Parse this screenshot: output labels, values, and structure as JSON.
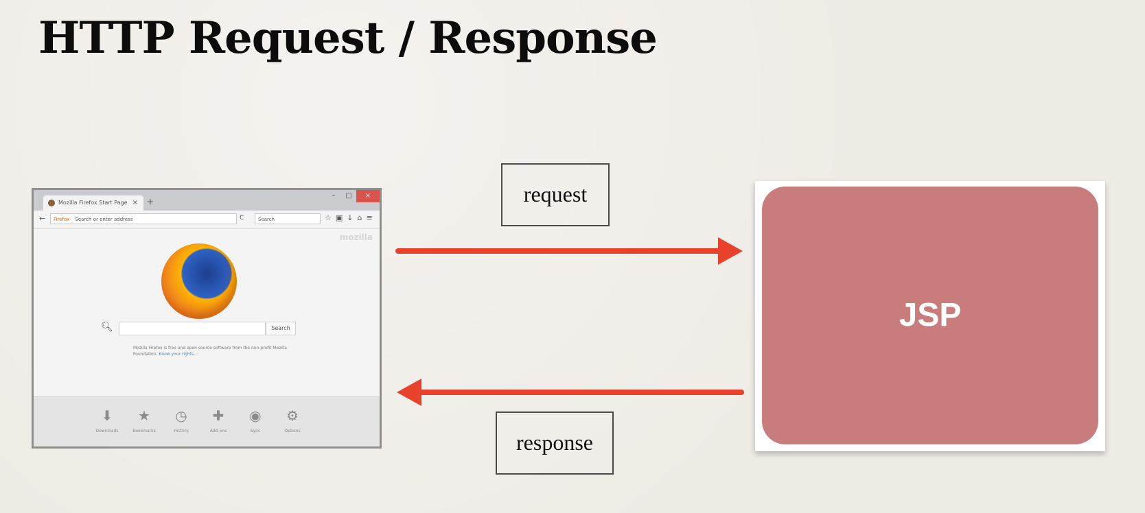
{
  "slide": {
    "title": "HTTP Request / Response"
  },
  "browser": {
    "tab_title": "Mozilla Firefox Start Page",
    "tab_close": "×",
    "new_tab": "+",
    "window_controls": [
      "–",
      "□",
      "×"
    ],
    "back_glyph": "←",
    "url_identity": "Firefox",
    "url_placeholder": "Search or enter address",
    "reload_glyph": "C",
    "search_placeholder": "Search",
    "toolbar_glyphs": [
      "☆",
      "▣",
      "↓",
      "⌂",
      "≡"
    ],
    "wordmark": "mozilla",
    "search_button": "Search",
    "about_text": "Mozilla Firefox is free and open source software from the non-profit Mozilla Foundation.",
    "about_link": "Know your rights…",
    "launcher": [
      {
        "label": "Downloads",
        "icon": "download-icon",
        "glyph": "⬇"
      },
      {
        "label": "Bookmarks",
        "icon": "star-icon",
        "glyph": "★"
      },
      {
        "label": "History",
        "icon": "clock-icon",
        "glyph": "◷"
      },
      {
        "label": "Add-ons",
        "icon": "puzzle-icon",
        "glyph": "✚"
      },
      {
        "label": "Sync",
        "icon": "sync-icon",
        "glyph": "◉"
      },
      {
        "label": "Options",
        "icon": "gear-icon",
        "glyph": "⚙"
      }
    ]
  },
  "flow": {
    "request_label": "request",
    "response_label": "response",
    "arrow_color": "#e8412c"
  },
  "server": {
    "label": "JSP",
    "box_color": "#c87d7c"
  }
}
